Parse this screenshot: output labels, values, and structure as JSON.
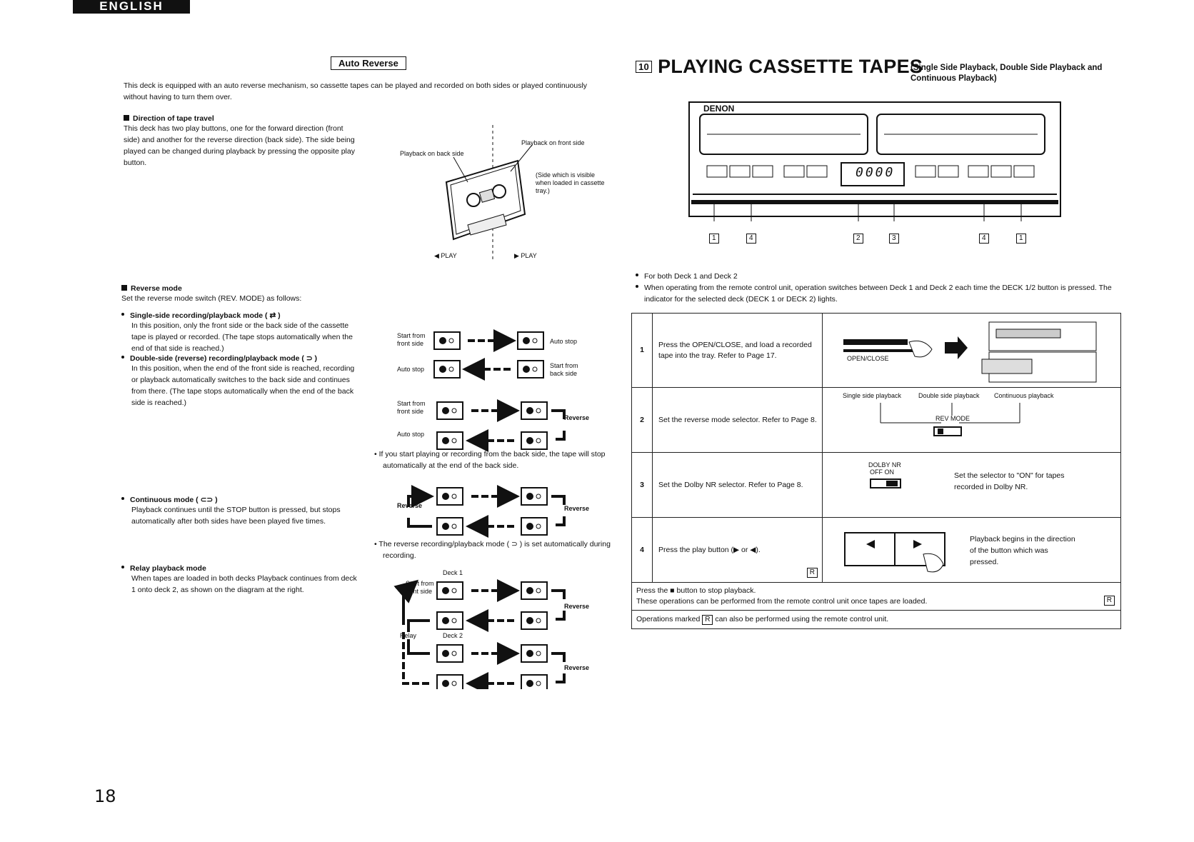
{
  "header": {
    "language_tag": "ENGLISH",
    "page_number": "18"
  },
  "left": {
    "section_title": "Auto Reverse",
    "intro": "This deck is equipped with an auto reverse mechanism, so cassette tapes can be played and recorded on both sides or played continuously without having to turn them over.",
    "direction": {
      "title": "Direction of tape travel",
      "body": "This deck has two play buttons, one for the forward direction (front side) and another for the reverse direction (back side). The side being played can be changed during playback by pressing the opposite play button."
    },
    "cassette_fig": {
      "back_label": "Playback on back side",
      "front_label": "Playback on front side",
      "side_note": "(Side which is visible when loaded in cassette tray.)",
      "play_left": "◀ PLAY",
      "play_right": "▶ PLAY"
    },
    "reverse_mode": {
      "title": "Reverse mode",
      "intro": "Set the reverse mode switch (REV. MODE) as follows:",
      "single_title": "Single-side recording/playback mode ( ⇄ )",
      "single_body": "In this position, only the front side or the back side of the cassette tape is played or recorded. (The tape stops automatically when the end of that side is reached.)",
      "double_title": "Double-side (reverse) recording/playback mode ( ⊃ )",
      "double_body": "In this position, when the end of the front side is reached, recording or playback automatically switches to the back side and continues from there. (The tape stops automatically when the end of the back side is reached.)",
      "continuous_title": "Continuous mode ( ⊂⊃ )",
      "continuous_body": "Playback continues until the STOP button is pressed, but stops automatically after both sides have been played five times.",
      "relay_title": "Relay playback mode",
      "relay_body": "When tapes are loaded in both decks Playback continues from deck 1 onto deck 2, as shown on the diagram at the right."
    },
    "diagrams": {
      "start_front": "Start from front side",
      "auto_stop": "Auto stop",
      "start_back": "Start from back side",
      "reverse": "Reverse",
      "note1": "If you start playing or recording from the back side, the tape will stop automatically at the end of the back side.",
      "note2": "The reverse recording/playback mode ( ⊃ ) is set automatically during recording.",
      "deck1": "Deck 1",
      "deck2": "Deck 2",
      "relay": "Relay"
    }
  },
  "right": {
    "section_num": "10",
    "title": "PLAYING CASSETTE TAPES",
    "subtitle": "(Single Side Playback, Double Side Playback and Continuous Playback)",
    "device": {
      "brand": "DENON",
      "counter": "0000",
      "callouts": [
        "1",
        "4",
        "2",
        "3",
        "4",
        "1"
      ]
    },
    "bullets": [
      "For both Deck 1 and Deck 2",
      "When operating from the remote control unit, operation switches between Deck 1 and Deck 2 each time the DECK 1/2 button is pressed. The indicator for the selected deck (DECK 1 or DECK 2) lights."
    ],
    "steps": [
      {
        "num": "1",
        "text": "Press the OPEN/CLOSE, and load a recorded tape into the tray. Refer to Page 17.",
        "img_label": "OPEN/CLOSE"
      },
      {
        "num": "2",
        "text": "Set the reverse mode selector. Refer to Page 8.",
        "labels": [
          "Single side playback",
          "Double side playback",
          "Continuous playback"
        ],
        "img_label": "REV MODE"
      },
      {
        "num": "3",
        "text": "Set the Dolby NR selector. Refer to Page 8.",
        "img_label": "DOLBY NR",
        "img_sub": "OFF  ON",
        "note": "Set the selector to \"ON\" for tapes recorded in Dolby NR."
      },
      {
        "num": "4",
        "text": "Press the play button (▶ or ◀).",
        "note": "Playback begins in the direction of the button which was pressed.",
        "remote": "R"
      }
    ],
    "footer1": "Press the ■ button to stop playback.",
    "footer2": "These operations can be performed from the remote control unit once tapes are loaded.",
    "footer3_pre": "Operations marked",
    "footer3_post": "can also be performed using the remote control unit.",
    "remote_mark": "R"
  },
  "colors": {
    "ink": "#111111",
    "paper": "#ffffff"
  }
}
